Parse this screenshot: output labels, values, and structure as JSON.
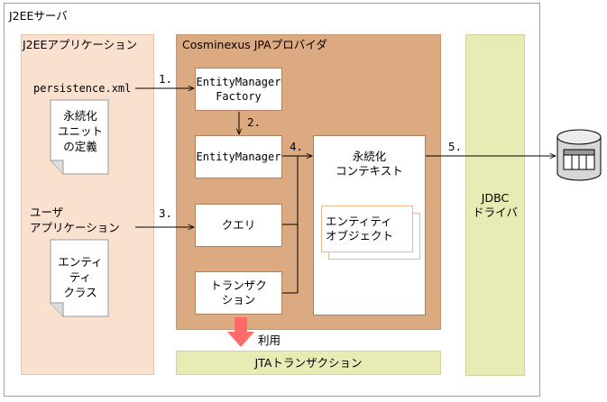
{
  "server": {
    "title": "J2EEサーバ"
  },
  "app_panel": {
    "title": "J2EEアプリケーション",
    "persistence_xml": "persistence.xml",
    "persistence_doc": [
      "永続化",
      "ユニット",
      "の定義"
    ],
    "user_app": [
      "ユーザ",
      "アプリケーション"
    ],
    "entity_doc": [
      "エンティ",
      "ティ",
      "クラス"
    ]
  },
  "provider_panel": {
    "title": "Cosminexus JPAプロバイダ",
    "emf": [
      "EntityManager",
      "Factory"
    ],
    "em": "EntityManager",
    "query": "クエリ",
    "transaction": [
      "トランザク",
      "ション"
    ],
    "context": [
      "永続化",
      "コンテキスト"
    ],
    "entity_object": [
      "エンティティ",
      "オブジェクト"
    ]
  },
  "jdbc": [
    "JDBC",
    "ドライバ"
  ],
  "jta": "JTAトランザクション",
  "use_label": "利用",
  "steps": {
    "s1": "1.",
    "s2": "2.",
    "s3": "3.",
    "s4": "4.",
    "s5": "5."
  },
  "colors": {
    "app_bg": "#f9e0cf",
    "provider_bg": "#dcaa80",
    "jdbc_bg": "#e8ecb4",
    "jta_bg": "#e8ecb4",
    "use_arrow": "#ff6a6a",
    "border": "#a0a0a0"
  }
}
